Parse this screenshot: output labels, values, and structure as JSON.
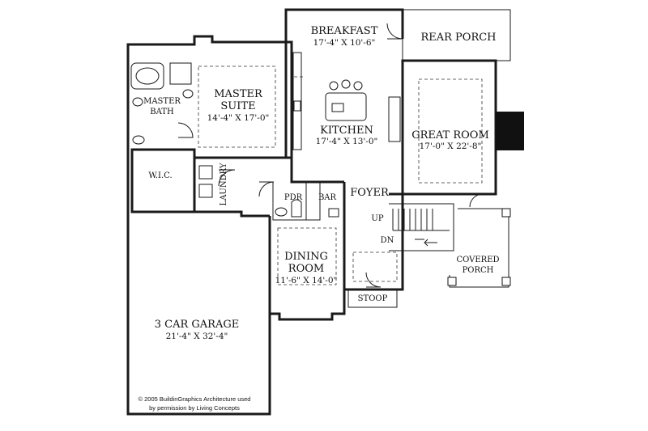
{
  "rooms": {
    "breakfast": {
      "name": "BREAKFAST",
      "dims": "17'-4\" X 10'-6\""
    },
    "rear_porch": {
      "name": "REAR PORCH"
    },
    "master_suite": {
      "name_line1": "MASTER",
      "name_line2": "SUITE",
      "dims": "14'-4\" X 17'-0\""
    },
    "master_bath": {
      "name_line1": "MASTER",
      "name_line2": "BATH"
    },
    "kitchen": {
      "name": "KITCHEN",
      "dims": "17'-4\" X 13'-0\""
    },
    "great_room": {
      "name": "GREAT ROOM",
      "dims": "17'-0\" X 22'-8\""
    },
    "wic": {
      "name": "W.I.C."
    },
    "laundry": {
      "name": "LAUNDRY"
    },
    "pdr": {
      "name": "PDR"
    },
    "bar": {
      "name": "BAR"
    },
    "foyer": {
      "name": "FOYER"
    },
    "dining_room": {
      "name_line1": "DINING",
      "name_line2": "ROOM",
      "dims": "11'-6\" X 14'-0\""
    },
    "covered_porch": {
      "name_line1": "COVERED",
      "name_line2": "PORCH"
    },
    "stoop": {
      "name": "STOOP"
    },
    "garage": {
      "name": "3 CAR GARAGE",
      "dims": "21'-4\" X 32'-4\""
    }
  },
  "stairs": {
    "up": "UP",
    "dn": "DN"
  },
  "copyright": {
    "line1": "© 2005 BuildinGraphics Architecture used",
    "line2": "by permission by Living Concepts"
  }
}
